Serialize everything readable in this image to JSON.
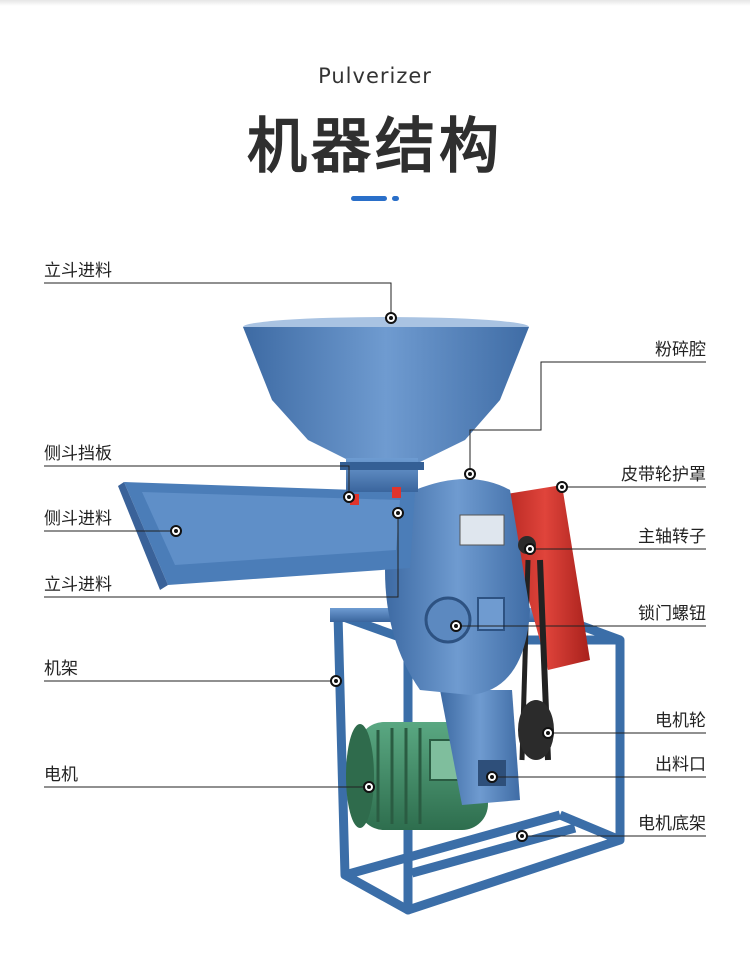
{
  "header": {
    "subtitle": "Pulverizer",
    "title": "机器结构"
  },
  "colors": {
    "accent": "#2a6fc9",
    "machine_blue": "#4f7fb8",
    "belt_guard_red": "#d3302b",
    "motor_green": "#3e8f66",
    "leader_line": "#222222"
  },
  "labels": {
    "left": [
      "立斗进料",
      "侧斗挡板",
      "侧斗进料",
      "立斗进料",
      "机架",
      "电机"
    ],
    "right": [
      "粉碎腔",
      "皮带轮护罩",
      "主轴转子",
      "锁门螺钮",
      "电机轮",
      "出料口",
      "电机底架"
    ]
  },
  "icons": {
    "callout_marker": "callout-dot-icon"
  }
}
